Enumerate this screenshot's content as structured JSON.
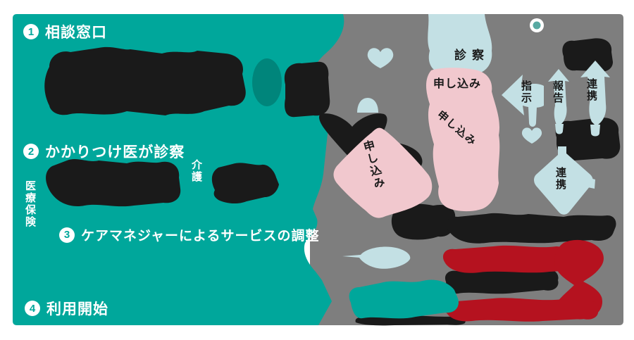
{
  "figure": {
    "type": "flow-diagram",
    "language": "ja",
    "steps": [
      {
        "number": "1",
        "label": "相談窓口"
      },
      {
        "number": "2",
        "label": "かかりつけ医が診察"
      },
      {
        "number": "3",
        "label": "ケアマネジャーによるサービスの調整"
      },
      {
        "number": "4",
        "label": "利用開始"
      }
    ],
    "side_labels": {
      "medical_insurance": "医療保険",
      "care": "介護"
    },
    "arrow_labels": {
      "examination": "診察",
      "application_top": "申し込み",
      "application_mid": "申し込み",
      "application_diamond": "申し込み",
      "instruction": "指示",
      "report": "報告",
      "cooperation_upper": "連携",
      "cooperation_lower": "連携"
    },
    "colors": {
      "teal_panel": "#00A79B",
      "teal_dark": "#00857B",
      "teal_muted": "#57A9A2",
      "gray_panel": "#7E7E7E",
      "light_blue": "#C3E0E4",
      "pink": "#F1C8CE",
      "red": "#B5121F",
      "black": "#1A1A1A",
      "white": "#FFFFFF"
    }
  }
}
